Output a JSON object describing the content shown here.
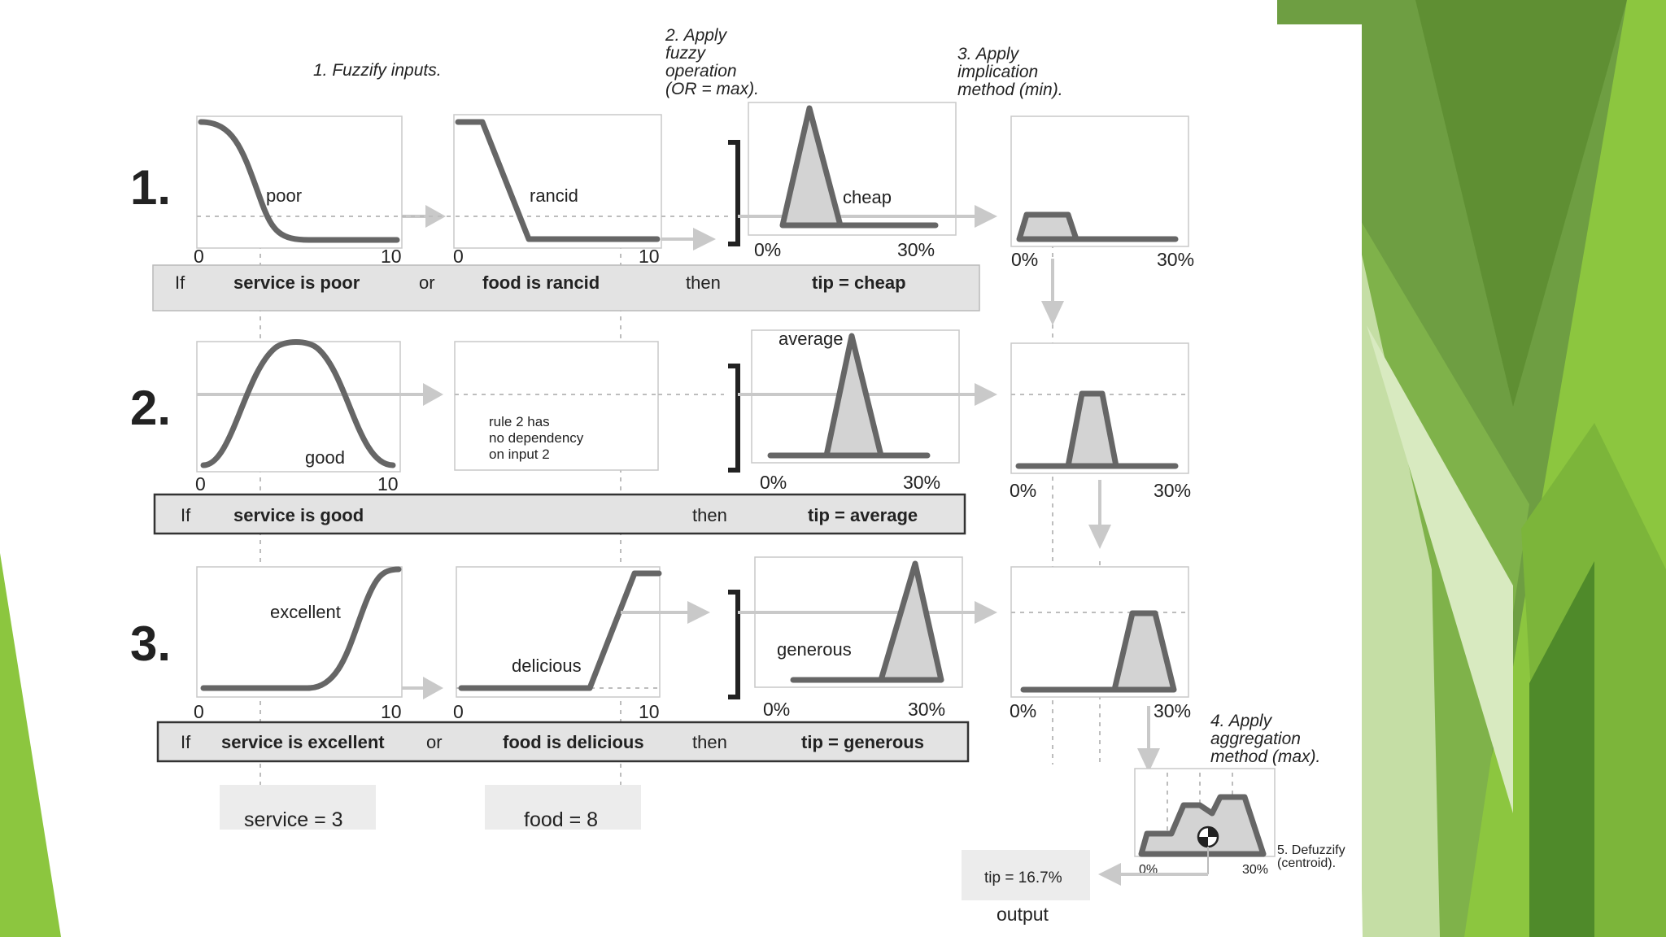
{
  "steps": {
    "s1": "1. Fuzzify inputs.",
    "s2": [
      "2. Apply",
      "fuzzy",
      "operation",
      "(OR = max)."
    ],
    "s3": [
      "3. Apply",
      "implication",
      "method (min)."
    ],
    "s4": [
      "4. Apply",
      "aggregation",
      "method (max)."
    ],
    "s5": [
      "5. Defuzzify",
      "(centroid)."
    ]
  },
  "rule_numbers": [
    "1.",
    "2.",
    "3."
  ],
  "mf_labels": {
    "poor": "poor",
    "rancid": "rancid",
    "cheap": "cheap",
    "good": "good",
    "rule2_note": [
      "rule 2 has",
      "no dependency",
      "on input 2"
    ],
    "average": "average",
    "excellent": "excellent",
    "delicious": "delicious",
    "generous": "generous"
  },
  "axis": {
    "in_min": "0",
    "in_max": "10",
    "out_min": "0%",
    "out_max": "30%"
  },
  "rules": [
    {
      "if": "If",
      "a": "service is poor",
      "op": "or",
      "b": "food is rancid",
      "then": "then",
      "c": "tip = cheap"
    },
    {
      "if": "If",
      "a": "service is good",
      "op": "",
      "b": "",
      "then": "then",
      "c": "tip = average"
    },
    {
      "if": "If",
      "a": "service is excellent",
      "op": "or",
      "b": "food is delicious",
      "then": "then",
      "c": "tip = generous"
    }
  ],
  "inputs": {
    "service": "service = 3",
    "food": "food = 8"
  },
  "result": {
    "tip": "tip = 16.7%",
    "output": "output"
  },
  "colors": {
    "curve": "#666666",
    "fill": "#d3d3d3",
    "green_dark": "#5f8f33",
    "green_light": "#8cc63f"
  }
}
